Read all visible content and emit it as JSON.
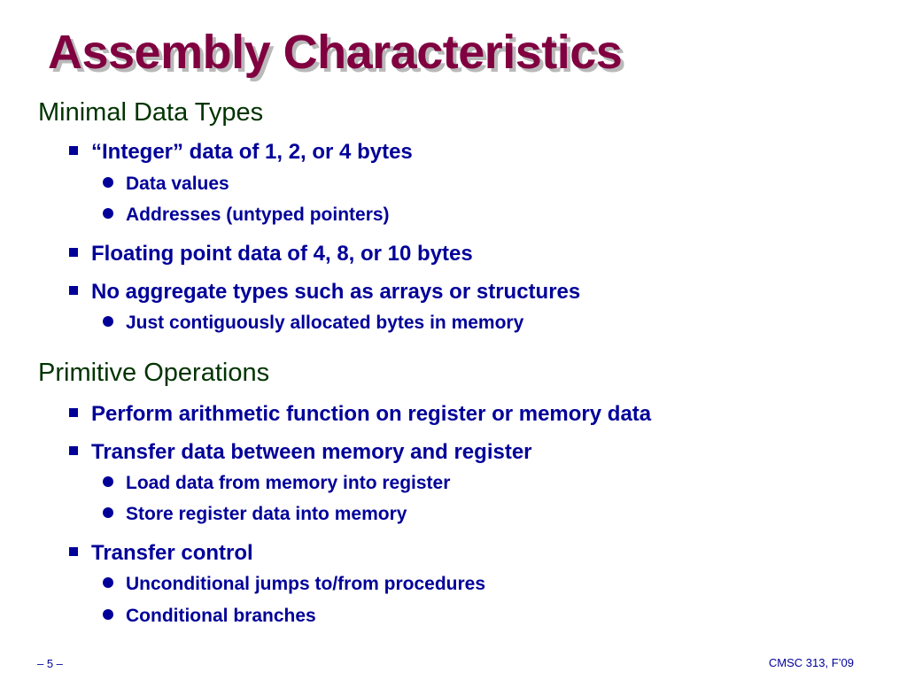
{
  "slide": {
    "title": "Assembly Characteristics",
    "sections": [
      {
        "heading": "Minimal Data Types",
        "items": [
          {
            "text": "“Integer” data of 1, 2, or 4 bytes",
            "subitems": [
              "Data values",
              "Addresses (untyped pointers)"
            ]
          },
          {
            "text": "Floating point data of 4, 8, or 10 bytes",
            "subitems": []
          },
          {
            "text": "No aggregate types such as arrays or structures",
            "subitems": [
              "Just contiguously allocated bytes in memory"
            ]
          }
        ]
      },
      {
        "heading": "Primitive Operations",
        "items": [
          {
            "text": "Perform arithmetic function on register or memory data",
            "subitems": []
          },
          {
            "text": "Transfer data between memory and register",
            "subitems": [
              "Load data from memory into register",
              "Store register data into memory"
            ]
          },
          {
            "text": "Transfer control",
            "subitems": [
              "Unconditional jumps to/from procedures",
              "Conditional branches"
            ]
          }
        ]
      }
    ]
  },
  "footer": {
    "page": "– 5 –",
    "course": "CMSC 313, F’09"
  },
  "colors": {
    "title": "#800040",
    "heading": "#003300",
    "body": "#000099"
  }
}
